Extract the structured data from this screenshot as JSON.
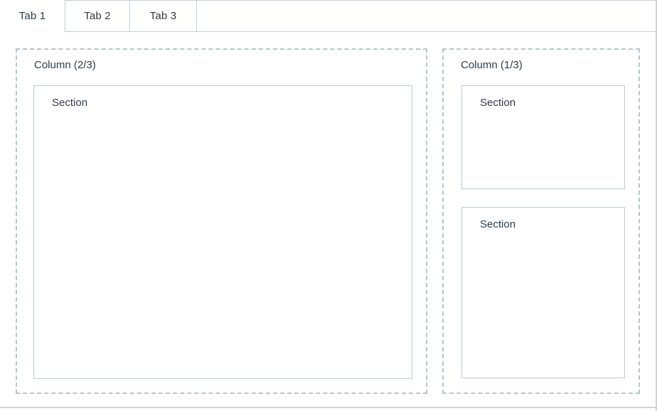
{
  "tabs": [
    {
      "label": "Tab 1",
      "active": true
    },
    {
      "label": "Tab 2",
      "active": false
    },
    {
      "label": "Tab 3",
      "active": false
    }
  ],
  "columns": [
    {
      "label": "Column (2/3)",
      "sections": [
        {
          "label": "Section"
        }
      ]
    },
    {
      "label": "Column (1/3)",
      "sections": [
        {
          "label": "Section"
        },
        {
          "label": "Section"
        }
      ]
    }
  ],
  "colors": {
    "text": "#2f3b47",
    "solid_border": "#c6cfda",
    "section_border": "#bdc9d6",
    "dashed_border": "#b7c4d3",
    "frame_line": "#ccd4dd",
    "background": "#ffffff"
  }
}
